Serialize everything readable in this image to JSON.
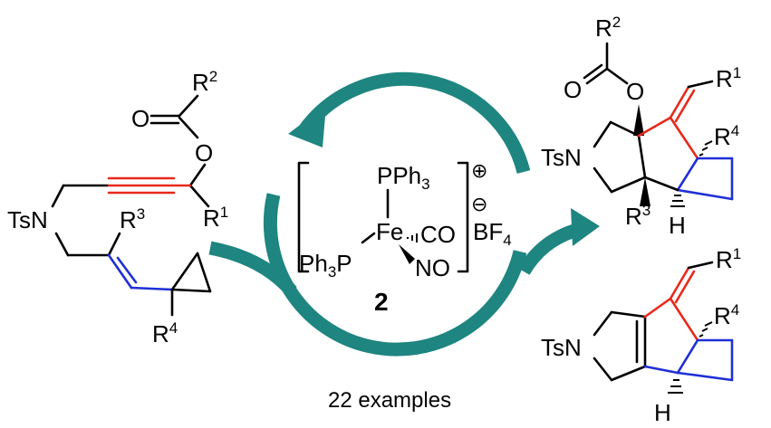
{
  "colors": {
    "cycle": "#1e8580",
    "highlight_red": "#e8291c",
    "highlight_blue": "#1f2fd6",
    "bond": "#000000"
  },
  "substrate": {
    "sulfonamide": "TsN",
    "carbonyl_O": "O",
    "ester_O": "O",
    "r1": "R",
    "r1_idx": "1",
    "r2": "R",
    "r2_idx": "2",
    "r3": "R",
    "r3_idx": "3",
    "r4": "R",
    "r4_idx": "4"
  },
  "catalyst": {
    "pph3_top": "PPh",
    "pph3_top_sub": "3",
    "ph3p_left": "Ph",
    "ph3p_left_sub": "3",
    "ph3p_left_p": "P",
    "metal": "Fe",
    "co": "CO",
    "no": "NO",
    "charge_plus": "⊕",
    "charge_minus": "⊖",
    "counterion": "BF",
    "counterion_sub": "4",
    "number": "2"
  },
  "product_top": {
    "sulfonamide": "TsN",
    "carbonyl_O": "O",
    "ester_O": "O",
    "h": "H",
    "r1": "R",
    "r1_idx": "1",
    "r2": "R",
    "r2_idx": "2",
    "r3": "R",
    "r3_idx": "3",
    "r4": "R",
    "r4_idx": "4"
  },
  "product_bottom": {
    "sulfonamide": "TsN",
    "h": "H",
    "r1": "R",
    "r1_idx": "1",
    "r4": "R",
    "r4_idx": "4"
  },
  "caption": "22 examples"
}
